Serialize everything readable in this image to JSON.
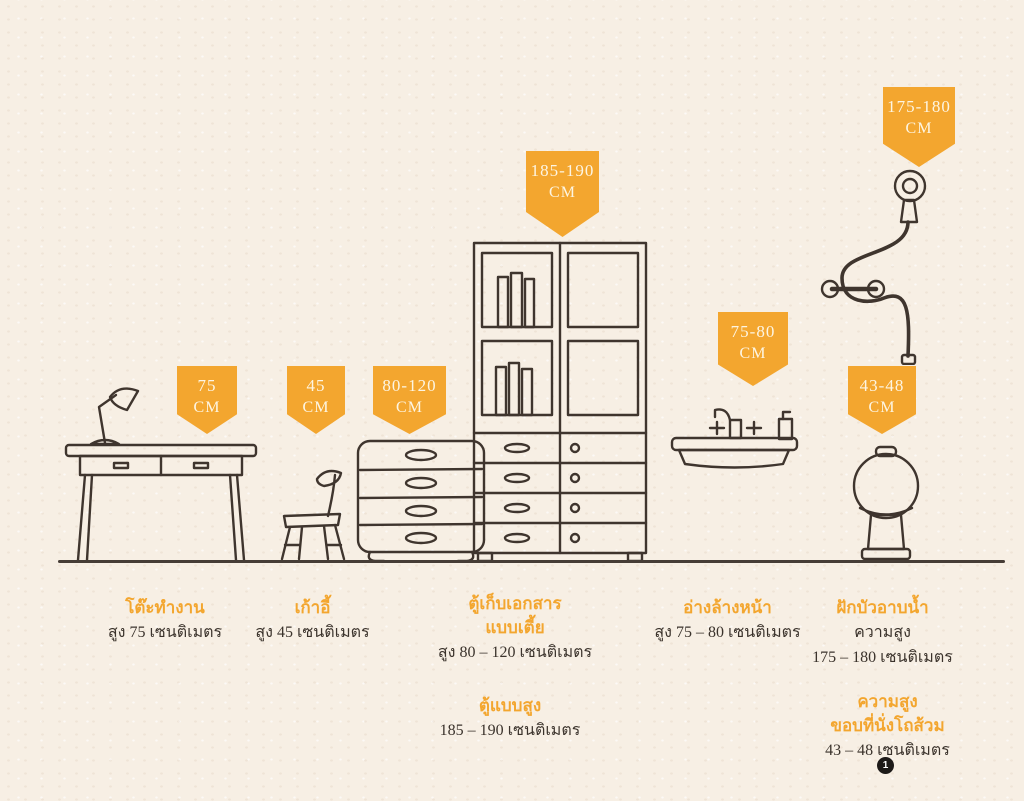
{
  "page": {
    "marker": "1"
  },
  "colors": {
    "banner_orange": "#F3A62F",
    "ink": "#3B332C",
    "paper": "#F7EFE4"
  },
  "items": {
    "desk": {
      "banner_value": "75",
      "banner_unit": "CM",
      "title": "โต๊ะทำงาน",
      "caption": "สูง 75 เซนติเมตร"
    },
    "chair": {
      "banner_value": "45",
      "banner_unit": "CM",
      "title": "เก้าอี้",
      "caption": "สูง 45 เซนติเมตร"
    },
    "low_cabinet": {
      "banner_value": "80-120",
      "banner_unit": "CM",
      "title": "ตู้เก็บเอกสาร",
      "title2": "แบบเตี้ย",
      "caption": "สูง 80 – 120 เซนติเมตร"
    },
    "tall_cabinet": {
      "banner_value": "185-190",
      "banner_unit": "CM",
      "title": "ตู้แบบสูง",
      "caption": "185 – 190 เซนติเมตร"
    },
    "sink": {
      "banner_value": "75-80",
      "banner_unit": "CM",
      "title": "อ่างล้างหน้า",
      "caption": "สูง 75 – 80 เซนติเมตร"
    },
    "shower": {
      "banner_value": "175-180",
      "banner_unit": "CM",
      "title": "ฝักบัวอาบน้ำ",
      "caption": "ความสูง",
      "caption2": "175 – 180 เซนติเมตร"
    },
    "toilet": {
      "banner_value": "43-48",
      "banner_unit": "CM",
      "title": "ความสูง",
      "title2": "ขอบที่นั่งโถส้วม",
      "caption": "43 – 48 เซนติเมตร"
    }
  }
}
